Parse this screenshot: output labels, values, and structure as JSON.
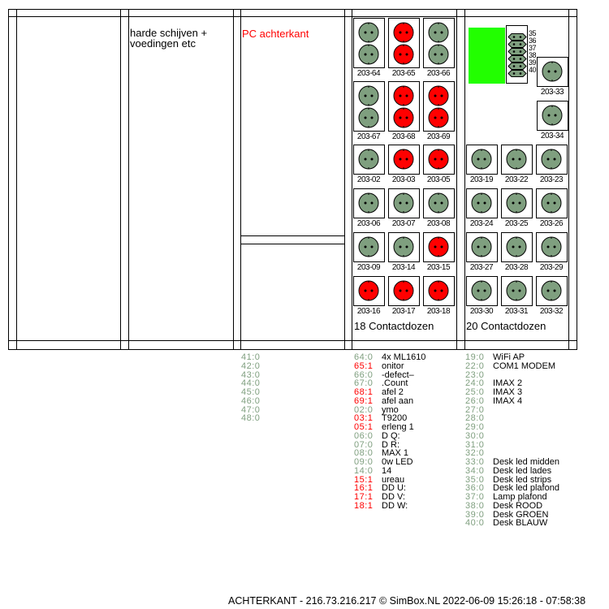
{
  "colors": {
    "on": "#ff0000",
    "off": "#7f9f7f",
    "green_panel": "#22ff00"
  },
  "panel_texts": {
    "disks": "harde schijven + voedingen etc",
    "pc": "PC achterkant",
    "group1": "18 Contactdozen",
    "group2": "20 Contactdozen"
  },
  "group1": [
    {
      "label": "203-64",
      "on": false,
      "double": true
    },
    {
      "label": "203-65",
      "on": true,
      "double": true
    },
    {
      "label": "203-66",
      "on": false,
      "double": true
    },
    {
      "label": "203-67",
      "on": false,
      "double": true
    },
    {
      "label": "203-68",
      "on": true,
      "double": true
    },
    {
      "label": "203-69",
      "on": true,
      "double": true
    },
    {
      "label": "203-02",
      "on": false
    },
    {
      "label": "203-03",
      "on": true
    },
    {
      "label": "203-05",
      "on": true
    },
    {
      "label": "203-06",
      "on": false
    },
    {
      "label": "203-07",
      "on": false
    },
    {
      "label": "203-08",
      "on": false
    },
    {
      "label": "203-09",
      "on": false
    },
    {
      "label": "203-14",
      "on": false
    },
    {
      "label": "203-15",
      "on": true
    },
    {
      "label": "203-16",
      "on": true
    },
    {
      "label": "203-17",
      "on": true
    },
    {
      "label": "203-18",
      "on": true
    }
  ],
  "group2_top": [
    {
      "label": "203-33",
      "on": false
    },
    {
      "label": "203-34",
      "on": false
    }
  ],
  "group2": [
    {
      "label": "203-19",
      "on": false
    },
    {
      "label": "203-22",
      "on": false
    },
    {
      "label": "203-23",
      "on": false
    },
    {
      "label": "203-24",
      "on": false
    },
    {
      "label": "203-25",
      "on": false
    },
    {
      "label": "203-26",
      "on": false
    },
    {
      "label": "203-27",
      "on": false
    },
    {
      "label": "203-28",
      "on": false
    },
    {
      "label": "203-29",
      "on": false
    },
    {
      "label": "203-30",
      "on": false
    },
    {
      "label": "203-31",
      "on": false
    },
    {
      "label": "203-32",
      "on": false
    }
  ],
  "strip_labels": [
    "35",
    "36",
    "37",
    "38",
    "39",
    "40"
  ],
  "list_left": [
    {
      "s": "41:0"
    },
    {
      "s": "42:0"
    },
    {
      "s": "43:0"
    },
    {
      "s": "44:0"
    },
    {
      "s": "45:0"
    },
    {
      "s": "46:0"
    },
    {
      "s": "47:0"
    },
    {
      "s": "48:0"
    }
  ],
  "list_mid": [
    {
      "s": "64:0",
      "n": "4x ML1610"
    },
    {
      "s": "65:1",
      "n": "onitor"
    },
    {
      "s": "66:0",
      "n": "-defect–"
    },
    {
      "s": "67:0",
      "n": ".Count"
    },
    {
      "s": "68:1",
      "n": "afel 2"
    },
    {
      "s": "69:1",
      "n": "afel aan"
    },
    {
      "s": "02:0",
      "n": "ymo"
    },
    {
      "s": "03:1",
      "n": "T9200"
    },
    {
      "s": "05:1",
      "n": "erleng 1"
    },
    {
      "s": "06:0",
      "n": "D Q:"
    },
    {
      "s": "07:0",
      "n": "D R:"
    },
    {
      "s": "08:0",
      "n": "MAX 1"
    },
    {
      "s": "09:0",
      "n": "0w LED"
    },
    {
      "s": "14:0",
      "n": "14"
    },
    {
      "s": "15:1",
      "n": "ureau"
    },
    {
      "s": "16:1",
      "n": "DD U:"
    },
    {
      "s": "17:1",
      "n": "DD V:"
    },
    {
      "s": "18:1",
      "n": "DD W:"
    }
  ],
  "list_right": [
    {
      "s": "19:0",
      "n": "WiFi AP"
    },
    {
      "s": "22:0",
      "n": "COM1 MODEM"
    },
    {
      "s": "23:0",
      "n": ""
    },
    {
      "s": "24:0",
      "n": "IMAX 2"
    },
    {
      "s": "25:0",
      "n": "IMAX 3"
    },
    {
      "s": "26:0",
      "n": "IMAX 4"
    },
    {
      "s": "27:0",
      "n": ""
    },
    {
      "s": "28:0",
      "n": ""
    },
    {
      "s": "29:0",
      "n": ""
    },
    {
      "s": "30:0",
      "n": ""
    },
    {
      "s": "31:0",
      "n": ""
    },
    {
      "s": "32:0",
      "n": ""
    },
    {
      "s": "33:0",
      "n": "Desk led midden"
    },
    {
      "s": "34:0",
      "n": "Desk led lades"
    },
    {
      "s": "35:0",
      "n": "Desk led strips"
    },
    {
      "s": "36:0",
      "n": "Desk led plafond"
    },
    {
      "s": "37:0",
      "n": "Lamp plafond"
    },
    {
      "s": "38:0",
      "n": "Desk ROOD"
    },
    {
      "s": "39:0",
      "n": "Desk GROEN"
    },
    {
      "s": "40:0",
      "n": "Desk BLAUW"
    }
  ],
  "footer": "ACHTERKANT - 216.73.216.217 © SimBox.NL 2022-06-09 15:26:18 - 07:58:38"
}
